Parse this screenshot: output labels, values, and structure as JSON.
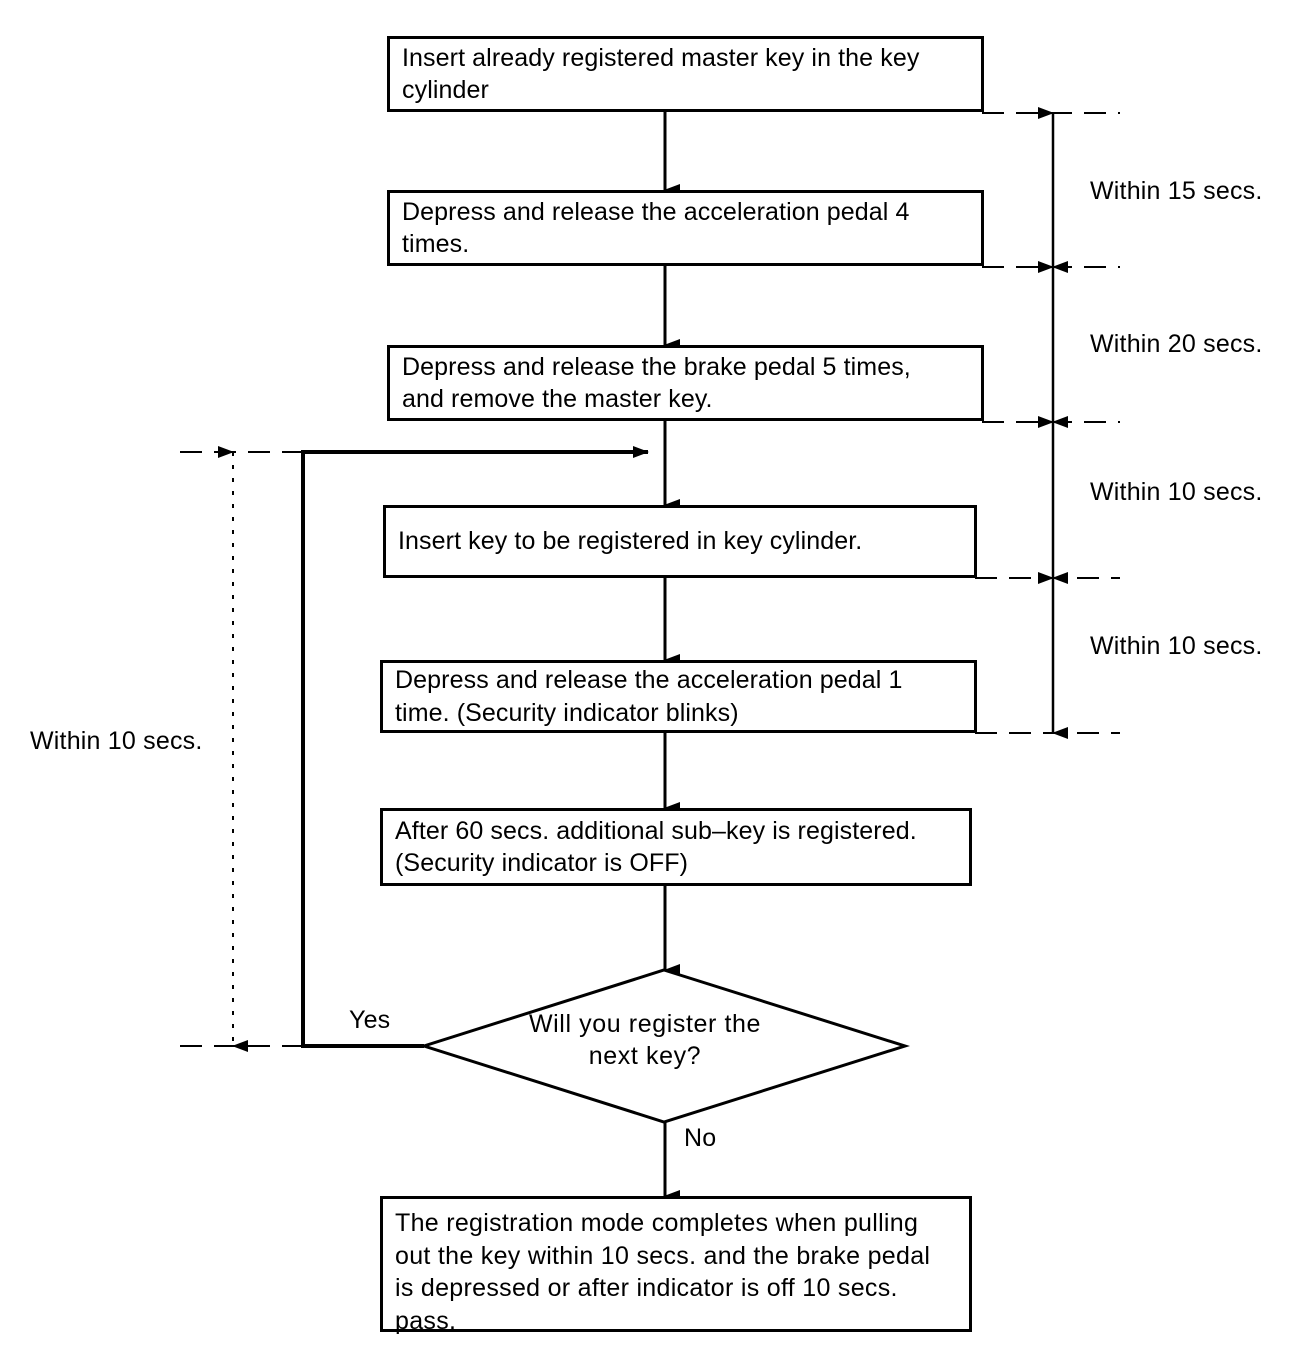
{
  "diagram": {
    "title": "Additional key registration procedure flowchart",
    "type": "flowchart",
    "background_color": "#ffffff",
    "line_color": "#000000"
  },
  "steps": [
    {
      "id": "step-insert-master-key",
      "text": "Insert already registered master key in the key\ncylinder"
    },
    {
      "id": "step-accel-pedal-4",
      "text": "Depress and release the acceleration pedal 4\ntimes."
    },
    {
      "id": "step-brake-pedal-5",
      "text": "Depress and release the brake pedal 5 times,\nand remove the master key."
    },
    {
      "id": "step-insert-new-key",
      "text": "Insert key to be registered in key cylinder."
    },
    {
      "id": "step-accel-pedal-1",
      "text": "Depress and release the acceleration pedal 1\ntime. (Security indicator blinks)"
    },
    {
      "id": "step-sub-key-registered",
      "text": "After 60 secs. additional sub–key is registered.\n(Security indicator is OFF)"
    }
  ],
  "decision": {
    "id": "decision-register-next-key",
    "text": "Will you register the\nnext key?",
    "yes_label": "Yes",
    "no_label": "No"
  },
  "terminal": {
    "id": "step-registration-complete",
    "text": "The registration mode completes when pulling\nout the key within 10 secs. and the brake pedal\nis depressed or after indicator is off 10 secs.\npass."
  },
  "timing_annotations": [
    {
      "id": "timing-15",
      "label": "Within 15 secs.",
      "side": "right"
    },
    {
      "id": "timing-20",
      "label": "Within 20 secs.",
      "side": "right"
    },
    {
      "id": "timing-10-a",
      "label": "Within 10 secs.",
      "side": "right"
    },
    {
      "id": "timing-10-b",
      "label": "Within 10 secs.",
      "side": "right"
    },
    {
      "id": "timing-10-loop",
      "label": "Within 10 secs.",
      "side": "left"
    }
  ]
}
